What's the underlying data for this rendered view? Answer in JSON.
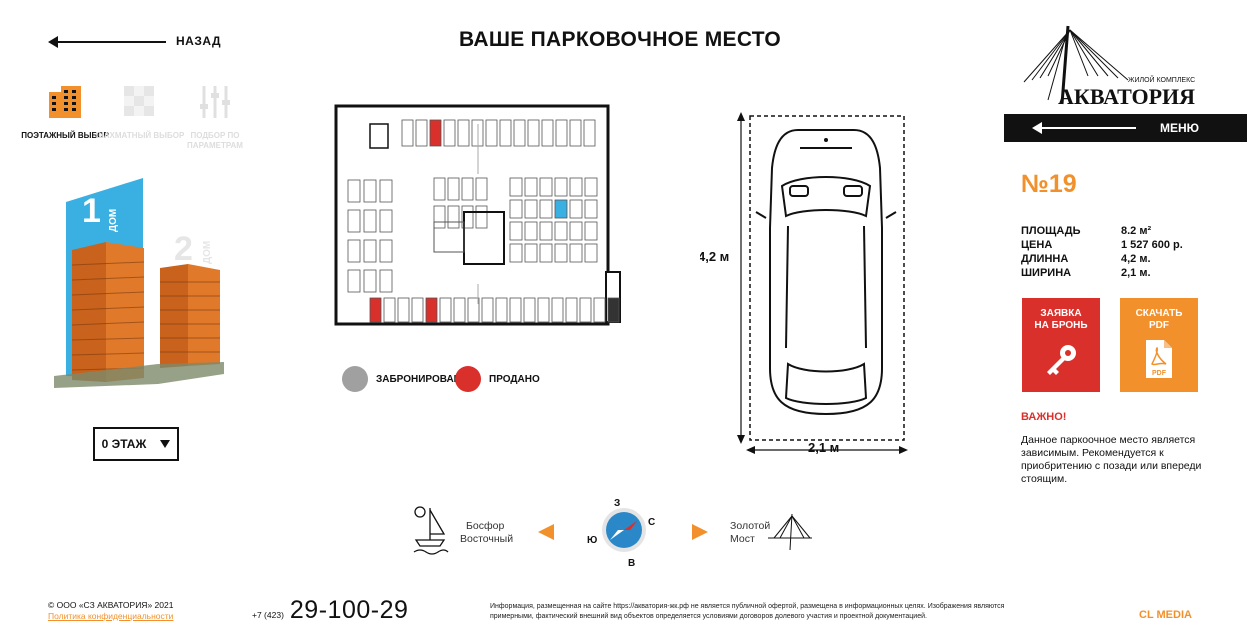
{
  "nav": {
    "back_label": "НАЗАД",
    "menu_label": "МЕНЮ"
  },
  "title": "ВАШЕ ПАРКОВОЧНОЕ МЕСТО",
  "modes": [
    {
      "label": "ПОЭТАЖНЫЙ ВЫБОР",
      "icon": "building-floors-icon",
      "active": true
    },
    {
      "label": "ШАХМАТНЫЙ ВЫБОР",
      "icon": "chessboard-icon",
      "active": false
    },
    {
      "label": "ПОДБОР ПО ПАРАМЕТРАМ",
      "icon": "sliders-icon",
      "active": false
    }
  ],
  "buildings": [
    {
      "number": "1",
      "caption": "ДОМ",
      "selected": true
    },
    {
      "number": "2",
      "caption": "ДОМ",
      "selected": false
    }
  ],
  "floor_select": {
    "value": "0 ЭТАЖ"
  },
  "legend": [
    {
      "label": "ЗАБРОНИРОВАНО",
      "color": "#a0a0a0"
    },
    {
      "label": "ПРОДАНО",
      "color": "#d9302c"
    }
  ],
  "car_diagram": {
    "length_label": "4,2 м",
    "width_label": "2,1 м"
  },
  "logo": {
    "subtitle": "ЖИЛОЙ КОМПЛЕКС",
    "name": "АКВАТОРИЯ"
  },
  "spot": {
    "number": "№19",
    "specs": [
      {
        "key": "ПЛОЩАДЬ",
        "value": "8.2 м²"
      },
      {
        "key": "ЦЕНА",
        "value": "1 527 600 р."
      },
      {
        "key": "ДЛИННА",
        "value": "4,2 м."
      },
      {
        "key": "ШИРИНА",
        "value": "2,1 м."
      }
    ]
  },
  "actions": {
    "reserve_line1": "ЗАЯВКА",
    "reserve_line2": "НА БРОНЬ",
    "pdf_line1": "СКАЧАТЬ",
    "pdf_line2": "PDF",
    "pdf_icon_text": "PDF"
  },
  "important": {
    "title": "ВАЖНО!",
    "text": "Данное паркоочное место является зависимым. Рекомендуется к приобритению с позади или впереди стоящим."
  },
  "compass": {
    "left_line1": "Босфор",
    "left_line2": "Восточный",
    "right_line1": "Золотой",
    "right_line2": "Мост",
    "n": "З",
    "e": "С",
    "s": "В",
    "w": "Ю"
  },
  "footer": {
    "copyright": "© ООО «СЗ АКВАТОРИЯ» 2021",
    "privacy": "Политика конфиденциальности",
    "phone_code": "+7 (423)",
    "phone": "29-100-29",
    "disclaimer": "Информация, размещенная на сайте https://акватория-жк.рф не является публичной офертой, размещена в информационных целях. Изображения являются примерными, фактический внешний вид объектов определяется условиями договоров долевого участия и проектной документацией.",
    "brand": "CL MEDIA"
  },
  "colors": {
    "accent": "#f2912c",
    "sold": "#d9302c",
    "reserved": "#a0a0a0",
    "selected": "#3ab0e2"
  }
}
